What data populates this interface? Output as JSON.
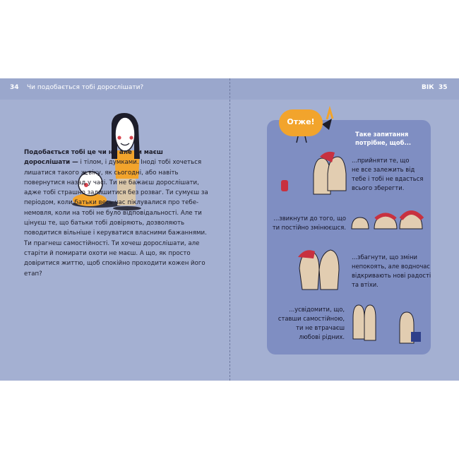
{
  "header": {
    "left_page_number": "34",
    "left_title": "Чи подобається тобі дорослішати?",
    "right_section": "ВІК",
    "right_page_number": "35"
  },
  "left_page": {
    "paragraph_bold": "Подобається тобі це чи ні, але ти маєш дорослішати —",
    "paragraph_rest": " і тілом, і думками. Іноді тобі хочеться лишатися такого ж віку, як сьогодні, або навіть повернутися назад у часі. Ти не бажаєш дорослішати, адже тобі страшно залишитися без розваг. Ти сумуєш за періодом, коли батьки весь час піклувалися про тебе-немовля, коли на тобі не було відповідальності. Але ти цінуєш те, що батьки тобі довіряють, дозволяють поводитися вільніше і керуватися власними бажаннями. Ти прагнеш самостійності. Ти хочеш дорослішати, але старіти й помирати охоти не маєш. А що, як просто довіритися життю, щоб спокійно проходити кожен його етап?"
  },
  "right_page": {
    "bubble_text": "Отже!",
    "panel_title_line1": "Таке запитання",
    "panel_title_line2": "потрібне, щоб...",
    "item1": [
      "...прийняти те, що",
      "не все залежить від",
      "тебе і тобі не вдасться",
      "всього зберегти."
    ],
    "item2": [
      "...звикнути до того, що",
      "ти постійно змінюєшся."
    ],
    "item3": [
      "...збагнути, що зміни",
      "непокоять, але водночас",
      "відкривають нові радості",
      "та втіхи."
    ],
    "item4": [
      "...усвідомити, що,",
      "ставши самостійною,",
      "ти не втрачаєш",
      "любові рідних."
    ]
  },
  "colors": {
    "page_bg": "#a4b0d2",
    "header_bg": "#9aa7cc",
    "panel_bg": "#7f8ec2",
    "accent_orange": "#f2a42c",
    "accent_red": "#c8313f"
  }
}
